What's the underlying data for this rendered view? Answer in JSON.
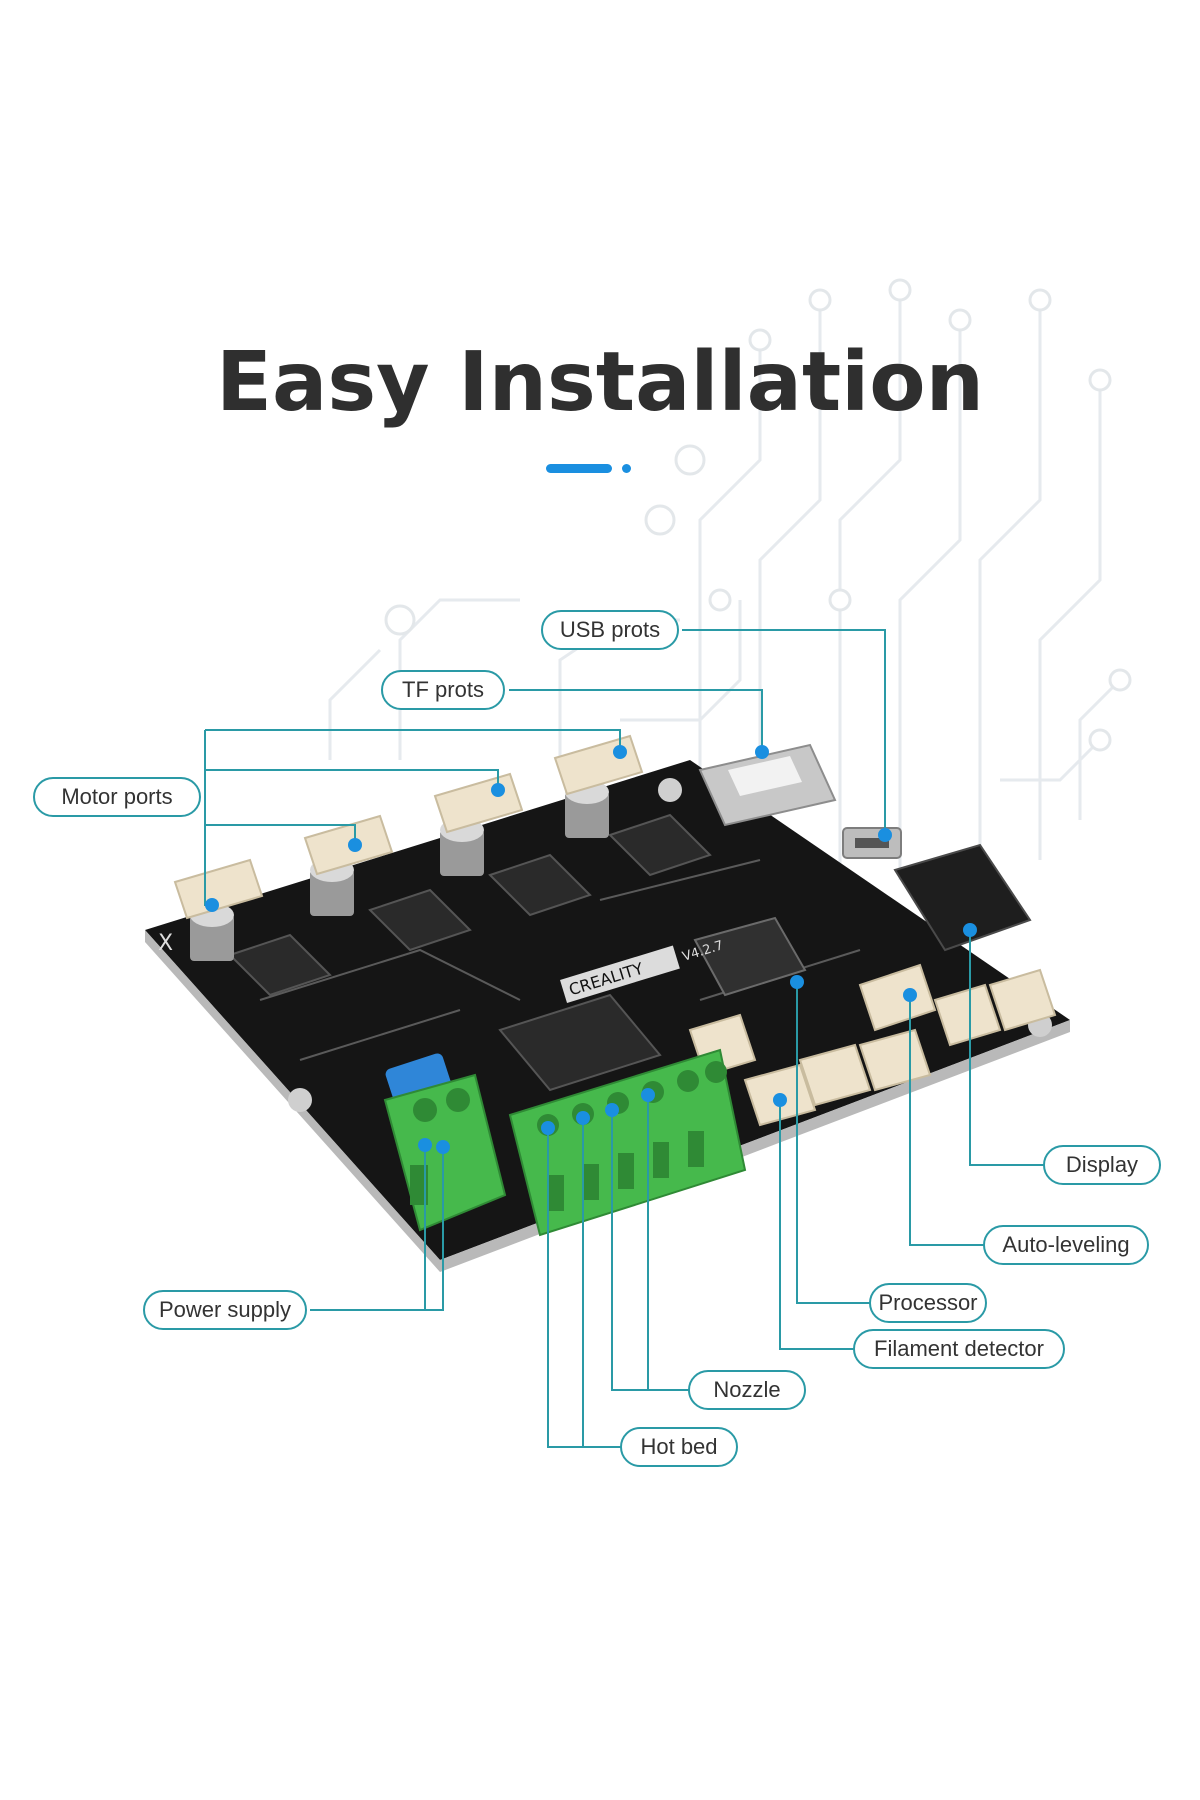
{
  "title": "Easy Installation",
  "colors": {
    "accent": "#1a8fe0",
    "leader_line": "#2a9aa6",
    "board": "#151515",
    "terminal_green": "#46b94c",
    "connector_cream": "#eee3cc",
    "fuse_blue": "#2f86d8"
  },
  "board": {
    "brand": "CREALITY",
    "version": "V4.2.7",
    "axis_mark": "X"
  },
  "callouts": {
    "usb_ports": "USB prots",
    "tf_ports": "TF prots",
    "motor_ports": "Motor ports",
    "display": "Display",
    "auto_leveling": "Auto-leveling",
    "processor": "Processor",
    "filament_detector": "Filament detector",
    "power_supply": "Power supply",
    "nozzle": "Nozzle",
    "hot_bed": "Hot bed"
  }
}
